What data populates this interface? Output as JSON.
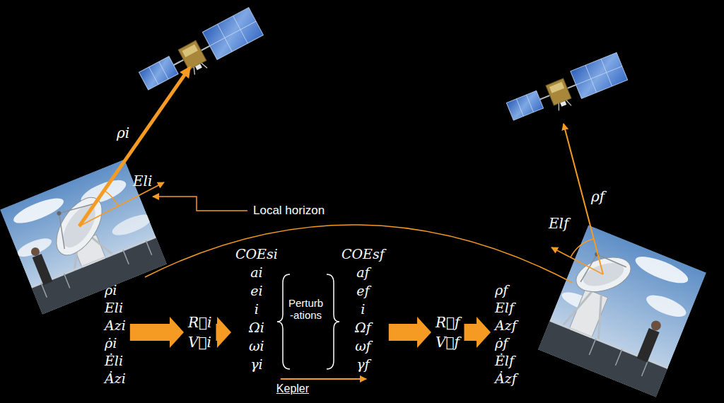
{
  "diagram": {
    "nodes": [
      {
        "text": [
          "ρi",
          "Eli",
          "Azi",
          "ρ̇i",
          "Ėli",
          "Ȧzi"
        ]
      },
      {
        "text": [
          "R⃗i",
          "V⃗i"
        ]
      },
      {
        "text": [
          "COEsi",
          "ai",
          "ei",
          "i",
          "Ωi",
          "ωi",
          "γi"
        ]
      },
      {
        "text": [
          "Perturb -ations"
        ]
      },
      {
        "text": [
          "COEsf",
          "af",
          "ef",
          "i",
          "Ωf",
          "ωf",
          "γf"
        ]
      },
      {
        "text": [
          "R⃗f",
          "V⃗f"
        ]
      },
      {
        "text": [
          "ρf",
          "Elf",
          "Azf",
          "ρ̇f",
          "Ėlf",
          "Ȧzf"
        ]
      }
    ],
    "edges": [
      {
        "from": 0,
        "to": 1,
        "arrow": "to"
      },
      {
        "from": 1,
        "to": 2,
        "arrow": "to"
      },
      {
        "from": 4,
        "to": 5,
        "arrow": "to"
      },
      {
        "from": 5,
        "to": 6,
        "arrow": "to"
      },
      {
        "from": 2,
        "to": 4,
        "label": "Kepler",
        "arrow": "to"
      }
    ],
    "labels": [
      "ρi",
      "Eli",
      "Local horizon",
      "ρf",
      "Elf"
    ]
  }
}
